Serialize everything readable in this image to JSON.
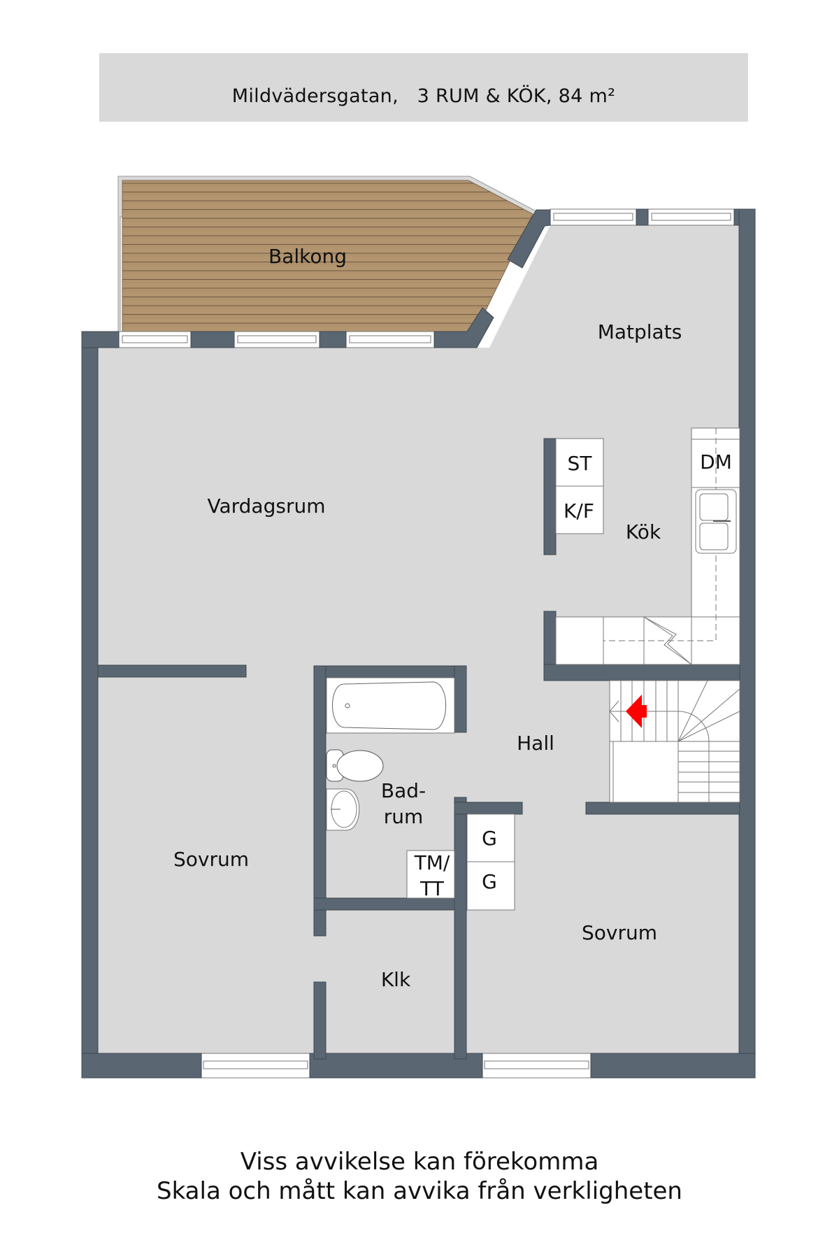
{
  "header": {
    "title": "Mildvädersgatan,   3 RUM & KÖK, 84 m²"
  },
  "rooms": {
    "balcony": "Balkong",
    "dining": "Matplats",
    "living": "Vardagsrum",
    "kitchen": "Kök",
    "hall": "Hall",
    "bath_line1": "Bad-",
    "bath_line2": "rum",
    "bedroom_left": "Sovrum",
    "bedroom_right": "Sovrum",
    "closet": "Klk"
  },
  "fixtures": {
    "stove": "ST",
    "fridge_freezer": "K/F",
    "dishwasher": "DM",
    "washer_dryer_line1": "TM/",
    "washer_dryer_line2": "TT",
    "wardrobe_1": "G",
    "wardrobe_2": "G"
  },
  "footer": {
    "line1": "Viss avvikelse kan förekomma",
    "line2": "Skala och mått kan avvika från verkligheten"
  },
  "colors": {
    "wall": "#5a6671",
    "floor": "#d9d9d9",
    "deck": "#b0946e",
    "fixture": "#ffffff",
    "entrance_arrow": "#ff0000"
  }
}
